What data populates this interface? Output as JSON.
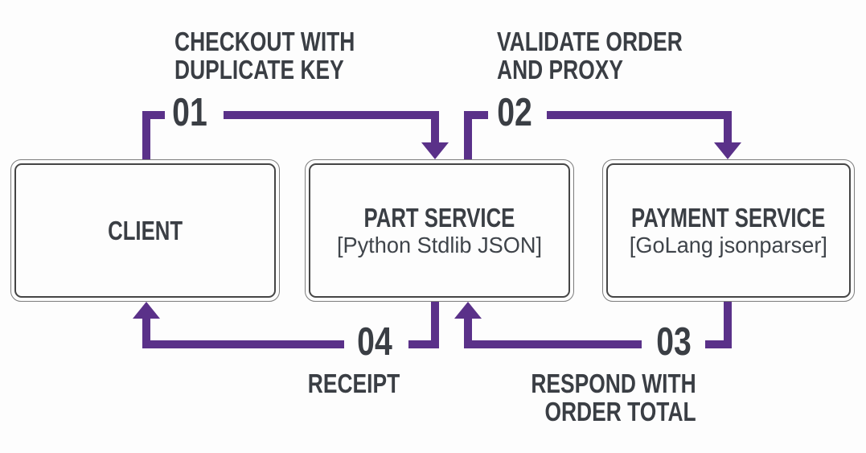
{
  "colors": {
    "accent": "#5a3189",
    "text": "#3a3e44",
    "subtext": "#3f444a",
    "border_outer": "#7d7d7d",
    "border_inner": "#454545",
    "background": "#fdfdfd"
  },
  "nodes": {
    "client": {
      "title": "CLIENT"
    },
    "part": {
      "title": "PART SERVICE",
      "subtitle": "[Python Stdlib JSON]"
    },
    "payment": {
      "title": "PAYMENT SERVICE",
      "subtitle": "[GoLang jsonparser]"
    }
  },
  "steps": {
    "s01": {
      "number": "01",
      "line1": "CHECKOUT WITH",
      "line2": "DUPLICATE KEY",
      "from": "client",
      "to": "part"
    },
    "s02": {
      "number": "02",
      "line1": "VALIDATE ORDER",
      "line2": "AND PROXY",
      "from": "part",
      "to": "payment"
    },
    "s03": {
      "number": "03",
      "line1": "RESPOND WITH",
      "line2": "ORDER TOTAL",
      "from": "payment",
      "to": "part"
    },
    "s04": {
      "number": "04",
      "line1": "RECEIPT",
      "from": "part",
      "to": "client"
    }
  }
}
